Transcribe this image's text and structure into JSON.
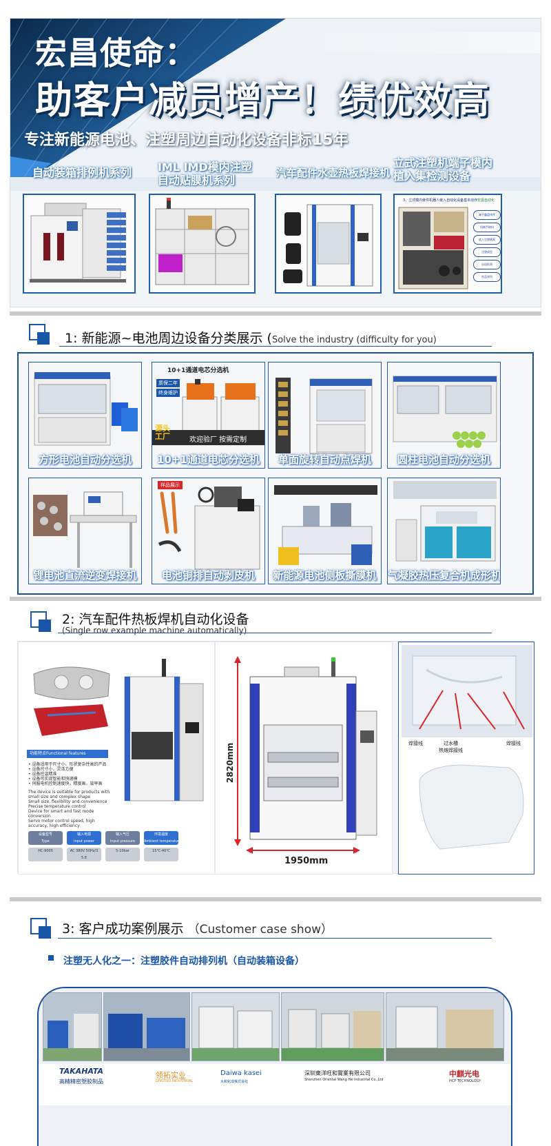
{
  "hero": {
    "title_line1": "宏昌使命：",
    "title_line2": "助客户减员增产！绩优效高",
    "subtitle": "专注新能源电池、注塑周边自动化设备非标15年",
    "captions": [
      "自动装箱排例机系列",
      "IML IMD模内注塑\n自动贴膜机系列",
      "汽车配件水壶热板焊接机",
      "立式注塑机端子模内\n植入集检测设备"
    ],
    "diagram_title": "3、立式模内嵌件机器人嵌入自动化设备基本动作",
    "diagram_brand": "宏昌自动化",
    "diagram_steps": [
      "端子震盘排序",
      "机械手取料",
      "放入注塑模具",
      "注塑成型",
      "自动检测",
      "良品排列"
    ]
  },
  "section1": {
    "number": "1:",
    "title": "新能源~电池周边设备分类展示",
    "subtitle_open": "(",
    "subtitle": "Solve the industry (difficulty for you)",
    "items": [
      "方形电池自动分选机",
      "10+1通道电芯分选机",
      "单面旋转自动点焊机",
      "圆柱电池自动分选机",
      "锂电池直流逆变焊接机",
      "电池铜排自动剥皮机",
      "新能源电池侧板撕膜机",
      "气凝胶热压复合机成形机"
    ],
    "cell2_top_title": "10+1通道电芯分选机",
    "cell2_tags": [
      "质保二年",
      "终身维护"
    ],
    "cell2_banner_source": "源头\n工厂",
    "cell2_banner_text": "欢迎验厂  按需定制",
    "cell6_tag": "样品展示"
  },
  "section2": {
    "number": "2:",
    "title": "汽车配件热板焊机自动化设备",
    "subtitle": "(Single row example machine automatically)",
    "features_title": "功能特点Functional features",
    "features_cn": [
      "• 设备适用于尺寸小、形状复杂性高的产品",
      "• 设备尺寸小，灵活方便",
      "• 设备控温精准",
      "• 设备可实现智能和快速模",
      "• 伺服电机控制速度快，精度高，效率高"
    ],
    "features_en": [
      "The device is suitable for products with small size and complex shape",
      "Small size, flexibility and convenience",
      "Precise temperature control",
      "Device for smart and fast mode conversion",
      "Servo motor control speed, high accuracy, high efficiency"
    ],
    "spec_headers": [
      "设备型号\nType",
      "输入电源\nInput power",
      "输入气压\nInput pressure",
      "环境温度\nAmbient temperature"
    ],
    "spec_values": [
      "HC-9005",
      "AC 380V 50Hz/3\n5.8",
      "5-10bar",
      "15℃-40℃"
    ],
    "dim_height": "2820mm",
    "dim_width": "1950mm",
    "weld_labels": [
      "焊接线",
      "过水槽\n热熔焊接线",
      "焊接线"
    ]
  },
  "section3": {
    "number": "3:",
    "title": "客户成功案例展示",
    "subtitle": "（Customer case show）",
    "case_line": "注塑无人化之一：注塑胶件自动排列机（自动装箱设备）",
    "logos": [
      {
        "name": "TAKAHATA",
        "sub": "高精精密塑胶制品"
      },
      {
        "name": "领拓实业",
        "sub": "LINGTUO INDUSTRIAL"
      },
      {
        "name": "Daiwa kasei",
        "sub": "大和化成株式会社"
      },
      {
        "name": "深圳東洋旺和實業有限公司",
        "sub": "Shenzhen Oriental Wang He Industrial Co.,Ltd"
      },
      {
        "name": "中麒光电",
        "sub": "HCP TECHNOLOGY"
      }
    ]
  },
  "colors": {
    "accent_blue": "#1a56a8",
    "frame_blue": "#1f5bb0",
    "dim_red": "#d9252a"
  }
}
